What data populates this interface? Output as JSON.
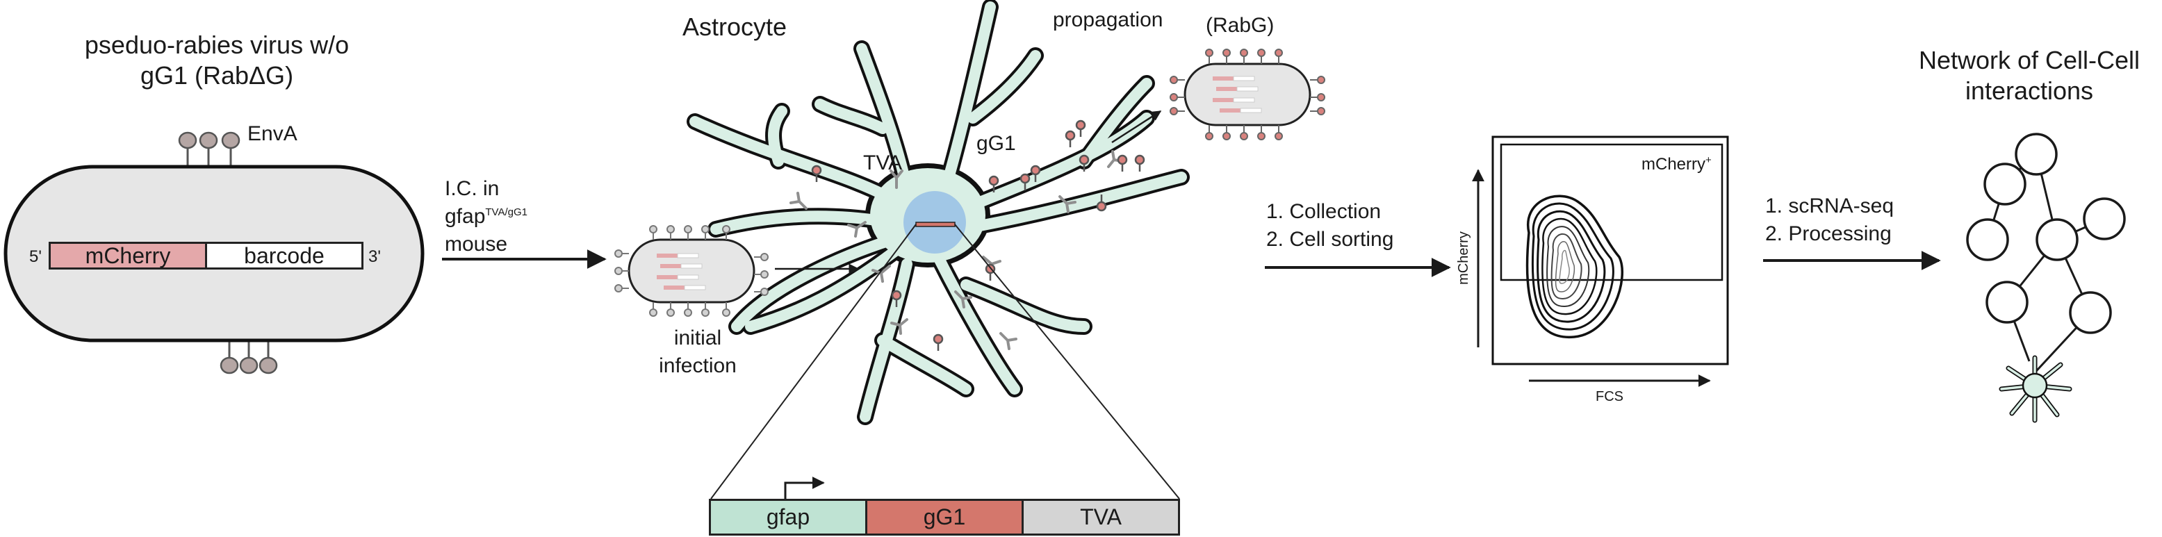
{
  "virus": {
    "title_line1": "pseduo-rabies virus w/o",
    "title_line2": "gG1 (RabΔG)",
    "env_label": "EnvA",
    "gene_mcherry": "mCherry",
    "gene_barcode": "barcode",
    "five_prime": "5'",
    "three_prime": "3'"
  },
  "injection": {
    "line1": "I.C. in",
    "line2_base": "gfap",
    "line2_sup": "TVA/gG1",
    "line3": "mouse"
  },
  "astrocyte": {
    "title": "Astrocyte",
    "tva_label": "TVA",
    "gg1_label": "gG1",
    "propagation_label": "propagation",
    "rabg_label": "(RabG)",
    "initial_line1": "initial",
    "initial_line2": "infection"
  },
  "construct": {
    "gfap": "gfap",
    "gg1": "gG1",
    "tva": "TVA"
  },
  "sorting": {
    "step1": "1. Collection",
    "step2": "2. Cell sorting"
  },
  "facs": {
    "gate_base": "mCherry",
    "gate_sup": "+",
    "y_axis": "mCherry",
    "x_axis": "FCS"
  },
  "processing": {
    "step1": "1. scRNA-seq",
    "step2": "2. Processing"
  },
  "network": {
    "title_line1": "Network of Cell-Cell",
    "title_line2": "interactions"
  },
  "colors": {
    "capsid_fill": "#e6e6e6",
    "mcherry_fill": "#e4a8aa",
    "gfap_fill": "#bfe3d3",
    "gg1_fill": "#d4776c",
    "tva_fill": "#d4d4d4",
    "cell_fill": "#d9efe5",
    "nucleus_fill": "#9ec4e6",
    "spike_fill": "#b5a6a4",
    "receptor_stroke": "#8f8f8f",
    "glycoprotein_fill": "#d9827e"
  }
}
